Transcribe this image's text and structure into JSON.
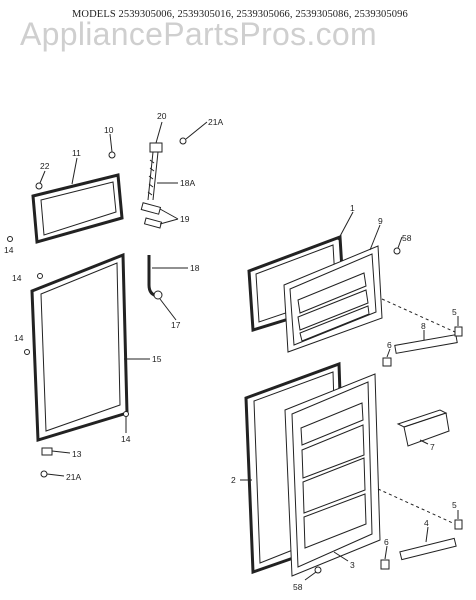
{
  "header": {
    "models": "MODELS 2539305006, 2539305016, 2539305066, 2539305086, 2539305096",
    "watermark": "AppliancePartsPros.com"
  },
  "callouts": {
    "c1": "1",
    "c2": "2",
    "c3": "3",
    "c4": "4",
    "c5a": "5",
    "c5b": "5",
    "c6a": "6",
    "c6b": "6",
    "c7": "7",
    "c8": "8",
    "c9": "9",
    "c10": "10",
    "c11": "11",
    "c13": "13",
    "c14a": "14",
    "c14b": "14",
    "c14c": "14",
    "c14d": "14",
    "c15": "15",
    "c17": "17",
    "c18": "18",
    "c18a": "18A",
    "c19": "19",
    "c20": "20",
    "c21a_top": "21A",
    "c21a_bottom": "21A",
    "c22": "22",
    "c58a": "58",
    "c58b": "58"
  }
}
